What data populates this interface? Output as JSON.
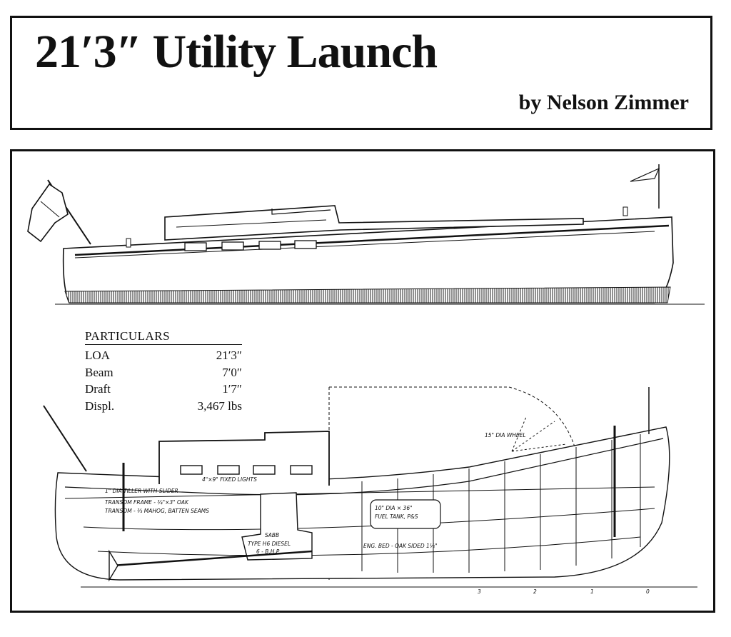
{
  "header": {
    "title": "21′3″ Utility Launch",
    "byline": "by Nelson Zimmer"
  },
  "particulars": {
    "heading": "PARTICULARS",
    "rows": [
      {
        "label": "LOA",
        "value": "21′3″"
      },
      {
        "label": "Beam",
        "value": "7′0″"
      },
      {
        "label": "Draft",
        "value": "1′7″"
      },
      {
        "label": "Displ.",
        "value": "3,467 lbs"
      }
    ]
  },
  "annotations": {
    "fixed_lights": "4\"×9\" FIXED LIGHTS",
    "tiller": "1\" DIA TILLER WITH SLIDER",
    "transom_frame": "TRANSOM FRAME - ¾\"×3\" OAK",
    "transom": "TRANSOM - ⅔ MAHOG, BATTEN SEAMS",
    "wheel": "15\" DIA WHEEL",
    "fuel_tank_1": "10\" DIA × 36\"",
    "fuel_tank_2": "FUEL TANK, P&S",
    "saab": "SABB",
    "engine_1": "TYPE H6 DIESEL",
    "engine_2": "6 - B.H.P.",
    "eng_bed": "ENG. BED - OAK SIDED 1½\"",
    "station_3": "3",
    "station_2": "2",
    "station_1": "1",
    "station_0": "0"
  }
}
